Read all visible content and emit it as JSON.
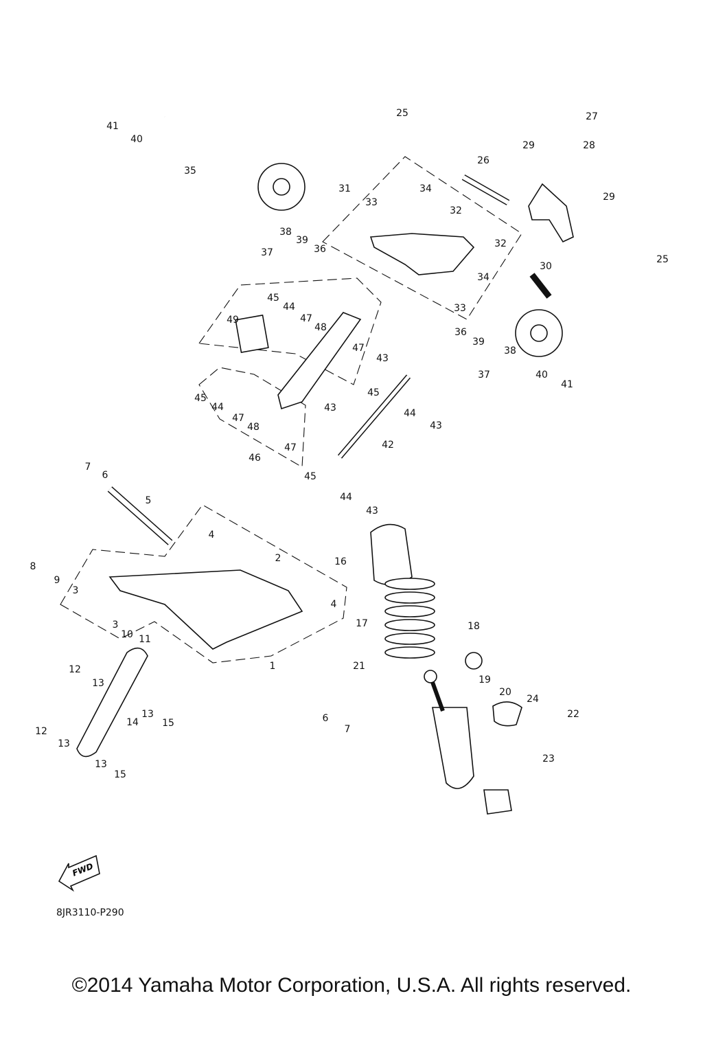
{
  "diagram": {
    "callouts": [
      "41",
      "40",
      "35",
      "25",
      "27",
      "28",
      "29",
      "26",
      "31",
      "33",
      "34",
      "32",
      "29",
      "38",
      "39",
      "36",
      "37",
      "32",
      "30",
      "34",
      "25",
      "45",
      "44",
      "47",
      "48",
      "49",
      "33",
      "36",
      "39",
      "38",
      "37",
      "40",
      "41",
      "47",
      "43",
      "45",
      "44",
      "43",
      "45",
      "44",
      "47",
      "48",
      "46",
      "47",
      "43",
      "42",
      "45",
      "44",
      "43",
      "7",
      "6",
      "5",
      "4",
      "2",
      "16",
      "8",
      "9",
      "3",
      "3",
      "10",
      "11",
      "4",
      "17",
      "18",
      "1",
      "21",
      "12",
      "13",
      "19",
      "20",
      "24",
      "22",
      "13",
      "15",
      "14",
      "6",
      "7",
      "12",
      "13",
      "13",
      "15",
      "23"
    ],
    "fwd_label": "FWD",
    "diagram_code": "8JR3110-P290"
  },
  "footer": {
    "copyright": "©2014 Yamaha Motor Corporation, U.S.A. All rights reserved."
  }
}
